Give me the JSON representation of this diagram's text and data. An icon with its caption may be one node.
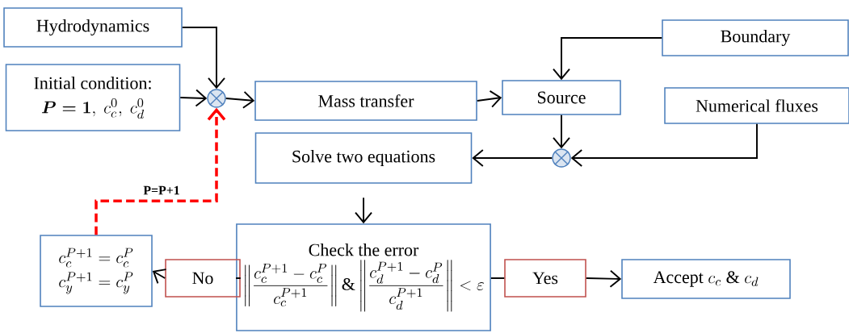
{
  "diagram": {
    "nodes": [
      {
        "text": [
          "Hydrodynamics"
        ]
      },
      {
        "text": [
          "Initial condition:",
          "\\boldsymbol{P=1},\\ c_c^{0},\\ c_d^{0}"
        ]
      },
      {
        "text": [],
        "shape": "circle"
      },
      {
        "text": [
          "Mass transfer"
        ]
      },
      {
        "text": [
          "Source"
        ]
      },
      {
        "text": [
          "Boundary"
        ]
      },
      {
        "text": [
          "Numerical fluxes"
        ]
      },
      {
        "text": [],
        "shape": "circle"
      },
      {
        "text": [
          "Solve two equations"
        ]
      },
      {
        "text": [
          "Check the error",
          "\\left\\|\\frac{c_c^{P+1}-c_c^{P}}{c_c^{P+1}}\\right\\|\\&\\left\\|\\frac{c_d^{P+1}-c_d^{P}}{c_d^{P+1}}\\right\\|<\\varepsilon"
        ]
      },
      {
        "text": [
          "No"
        ]
      },
      {
        "text": [
          "c_c^{P+1}=c_c^{P}",
          "c_y^{P+1}=c_y^{P}"
        ]
      },
      {
        "text": [
          "Yes"
        ]
      },
      {
        "text": [
          "Accept",
          "c_c\\ \\&\\ c_d"
        ]
      }
    ],
    "edges": [
      {
        "from": 0,
        "to": 2,
        "arrow": "to"
      },
      {
        "from": 1,
        "to": 2,
        "arrow": "to"
      },
      {
        "from": 2,
        "to": 3,
        "arrow": "to"
      },
      {
        "from": 3,
        "to": 4,
        "arrow": "to"
      },
      {
        "from": 5,
        "to": 4,
        "arrow": "to"
      },
      {
        "from": 4,
        "to": 7,
        "arrow": "to"
      },
      {
        "from": 6,
        "to": 7,
        "arrow": "to"
      },
      {
        "from": 7,
        "to": 8,
        "arrow": "to"
      },
      {
        "from": 8,
        "to": 9,
        "arrow": "to"
      },
      {
        "from": 9,
        "to": 10,
        "arrow": "none"
      },
      {
        "from": 10,
        "to": 11,
        "arrow": "to"
      },
      {
        "from": 9,
        "to": 12,
        "arrow": "none"
      },
      {
        "from": 12,
        "to": 13,
        "arrow": "to"
      },
      {
        "from": 11,
        "to": 2,
        "arrow": "to",
        "label": "P=P+1",
        "style": "dashed",
        "color": "#ff0000"
      }
    ]
  }
}
